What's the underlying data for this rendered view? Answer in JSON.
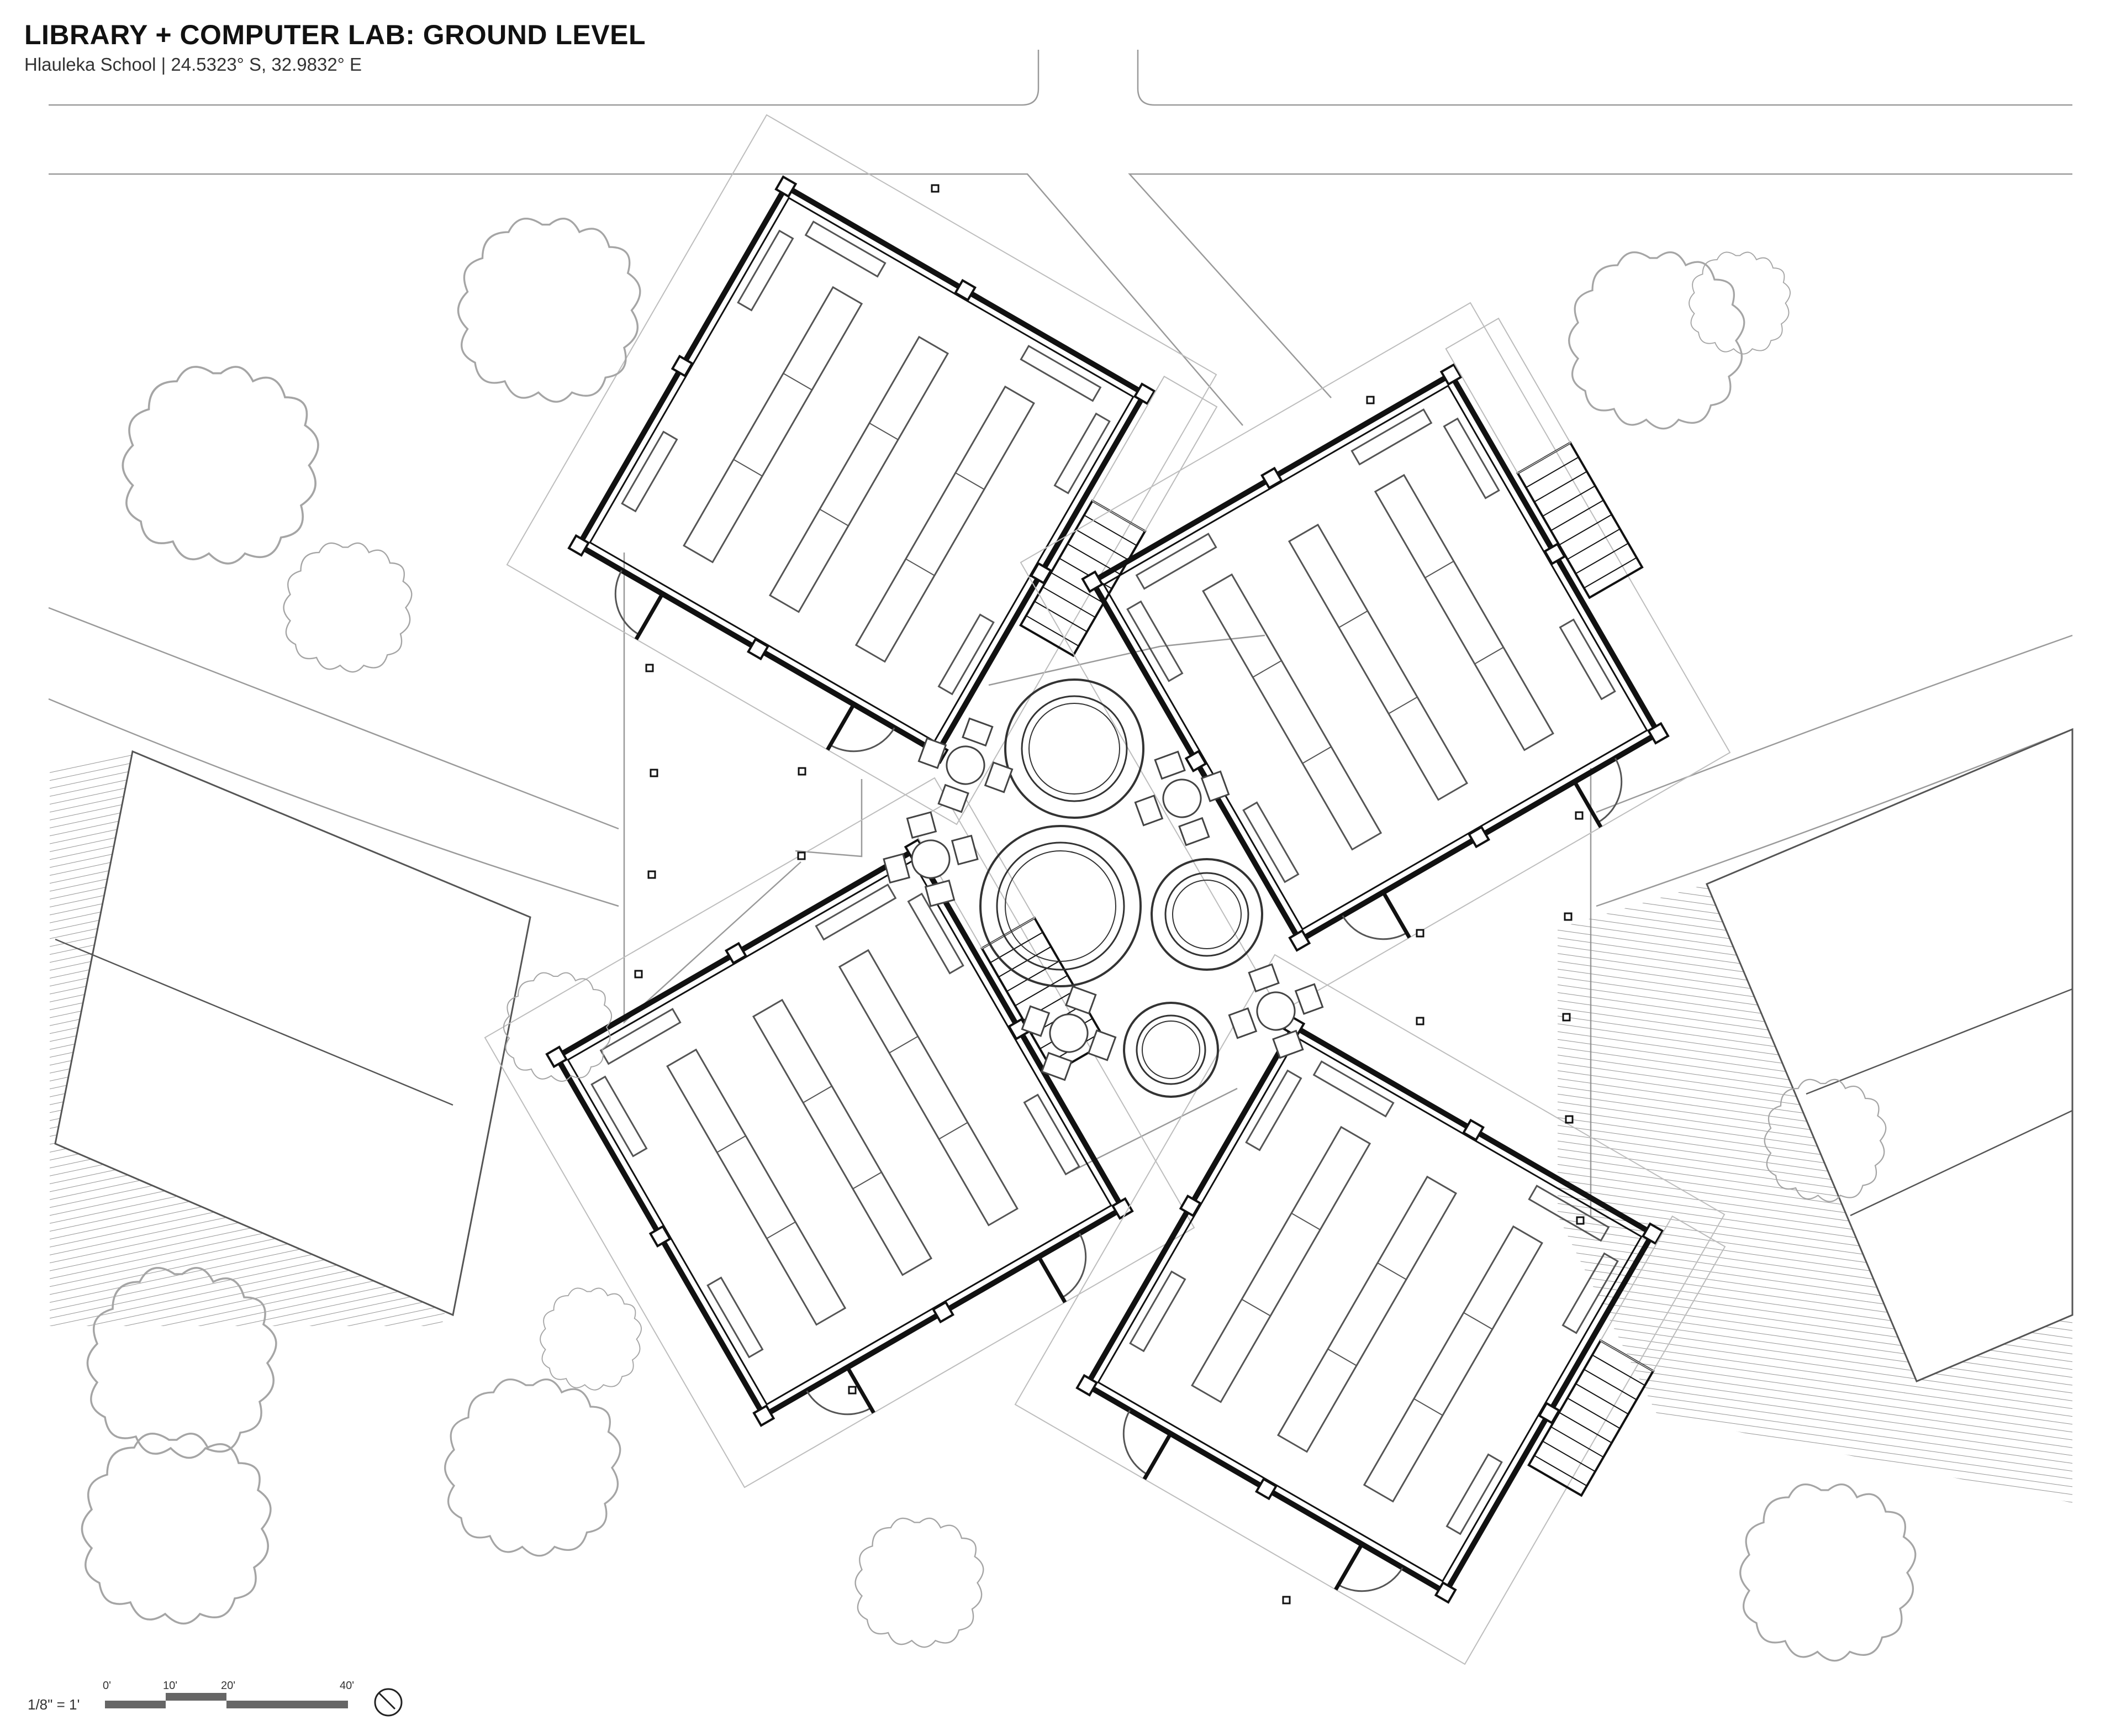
{
  "header": {
    "title": "LIBRARY + COMPUTER LAB: GROUND LEVEL",
    "subtitle": "Hlauleka School | 24.5323° S, 32.9832° E"
  },
  "scale_bar": {
    "ratio": "1/8\" = 1'",
    "ticks": [
      "0'",
      "10'",
      "20'",
      "40'"
    ]
  },
  "north_arrow": {
    "icon": "north-arrow-icon"
  },
  "colors": {
    "line": "#9a9a9a",
    "wall": "#1a1a1a",
    "hatch": "#777777"
  }
}
